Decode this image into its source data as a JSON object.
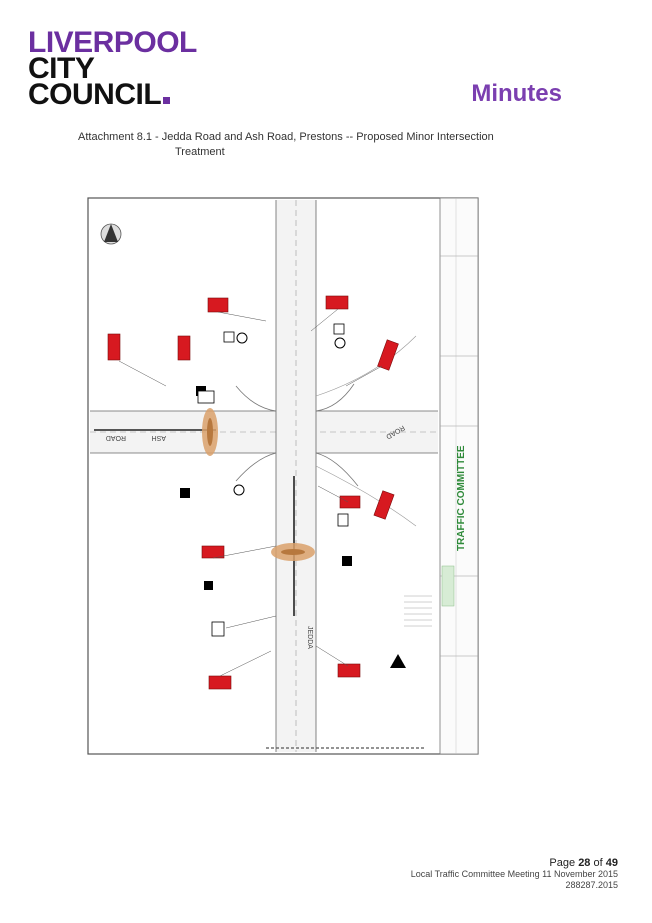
{
  "header": {
    "logo_line1": "LIVERPOOL",
    "logo_line2": "CITY",
    "logo_line3": "COUNCIL",
    "doc_type": "Minutes",
    "brand_color": "#6b2fa0"
  },
  "caption": {
    "line1": "Attachment 8.1 - Jedda Road and Ash Road, Prestons -- Proposed Minor Intersection",
    "line2": "Treatment"
  },
  "plan": {
    "road_label_1": "ASH",
    "road_label_2": "ROAD",
    "road_label_3": "ROAD",
    "road_label_4": "JEDDA",
    "stamp": "TRAFFIC COMMITTEE"
  },
  "footer": {
    "page_prefix": "Page",
    "page_number": "28",
    "page_of": "of",
    "page_total": "49",
    "meeting": "Local Traffic Committee Meeting 11 November 2015",
    "ref": "288287.2015"
  }
}
